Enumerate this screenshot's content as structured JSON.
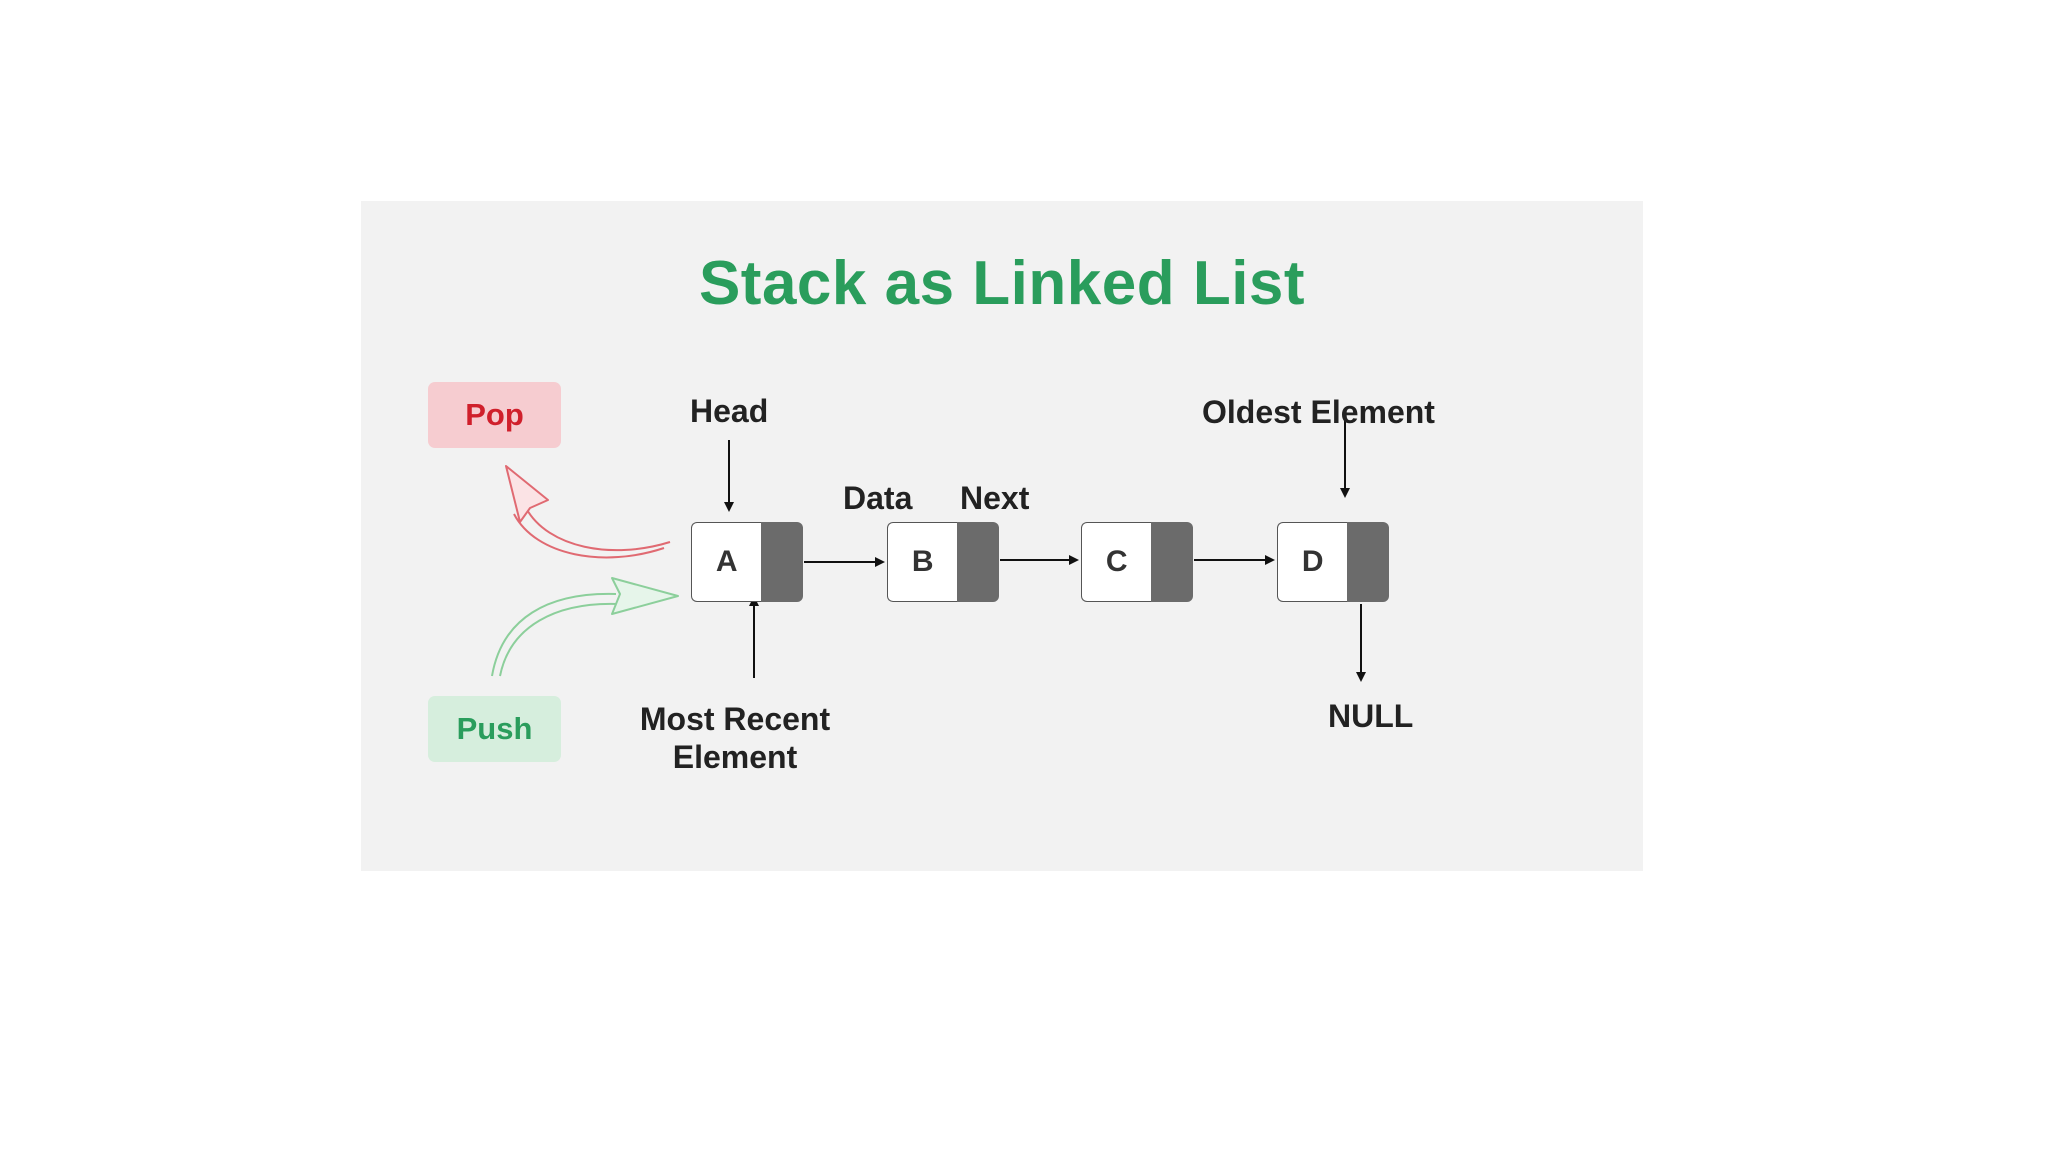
{
  "title": "Stack as Linked List",
  "operations": {
    "pop": "Pop",
    "push": "Push"
  },
  "labels": {
    "head": "Head",
    "oldest_element": "Oldest Element",
    "data": "Data",
    "next": "Next",
    "most_recent_element": "Most Recent Element",
    "null": "NULL"
  },
  "nodes": [
    {
      "value": "A"
    },
    {
      "value": "B"
    },
    {
      "value": "C"
    },
    {
      "value": "D"
    }
  ],
  "colors": {
    "title": "#2a9d5c",
    "pop_text": "#d01f2b",
    "pop_bg": "#f6ccd0",
    "pop_arrow": "#e06a72",
    "push_text": "#2a9d5c",
    "push_bg": "#d6eedd",
    "push_arrow": "#8ccf9b",
    "panel_bg": "#f2f2f2",
    "next_cell": "#6b6b6b"
  }
}
